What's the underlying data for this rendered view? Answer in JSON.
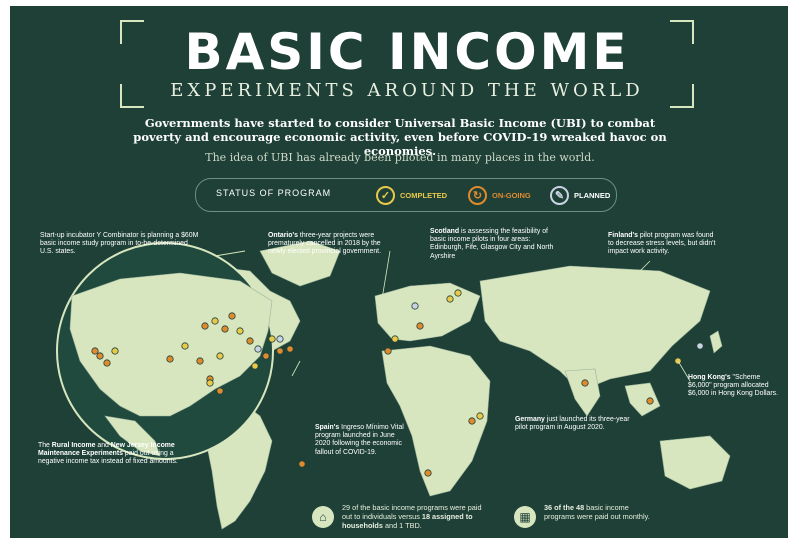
{
  "header": {
    "title": "BASIC INCOME",
    "subtitle": "EXPERIMENTS AROUND THE WORLD",
    "intro": "Governments have started to consider Universal Basic Income (UBI) to combat poverty and encourage economic activity, even before COVID-19 wreaked havoc on economies.",
    "intro2": "The idea of UBI has already been piloted in many places in the world."
  },
  "status_legend": {
    "label": "STATUS OF PROGRAM",
    "completed": "COMPLETED",
    "ongoing": "ON-GOING",
    "planned": "PLANNED"
  },
  "colors": {
    "background": "#1e4036",
    "land": "#d7e6bf",
    "completed": "#e9c84a",
    "ongoing": "#e08a2e",
    "planned": "#c9d3e3"
  },
  "annotations": {
    "ycombinator": "Start-up incubator Y Combinator is planning a $60M basic income study program in to-be-determined U.S. states.",
    "ontario_bold": "Ontario's",
    "ontario_rest": " three-year projects were prematurely cancelled in 2018 by the newly elected provincial government.",
    "scotland_bold": "Scotland",
    "scotland_rest": " is assessing the feasibility of basic income pilots in four areas: Edinburgh, Fife, Glasgow City and North Ayrshire",
    "finland_bold": "Finland's",
    "finland_rest": " pilot program was found to decrease stress levels, but didn't impact work activity.",
    "hongkong_bold": "Hong Kong's",
    "hongkong_rest": " \"Scheme $6,000\" program allocated $6,000 in Hong Kong Dollars.",
    "germany_bold": "Germany",
    "germany_rest": " just launched its three-year pilot program in August 2020.",
    "spain_bold": "Spain's",
    "spain_rest": " Ingreso Mínimo Vital program launched in June 2020 following the economic fallout of COVID-19.",
    "rural_pre": "The ",
    "rural_b1": "Rural Income",
    "rural_mid": " and ",
    "rural_b2": "New Jersey Income Maintenance Experiments",
    "rural_rest": " paid out using a negative income tax instead of fixed amounts."
  },
  "footer": {
    "stat1_pre": "29 of the basic income programs were paid out to individuals versus ",
    "stat1_bold": "18 assigned to households",
    "stat1_post": " and 1 TBD.",
    "stat2_bold": "36 of the 48",
    "stat2_rest": " basic income programs were paid out monthly."
  }
}
